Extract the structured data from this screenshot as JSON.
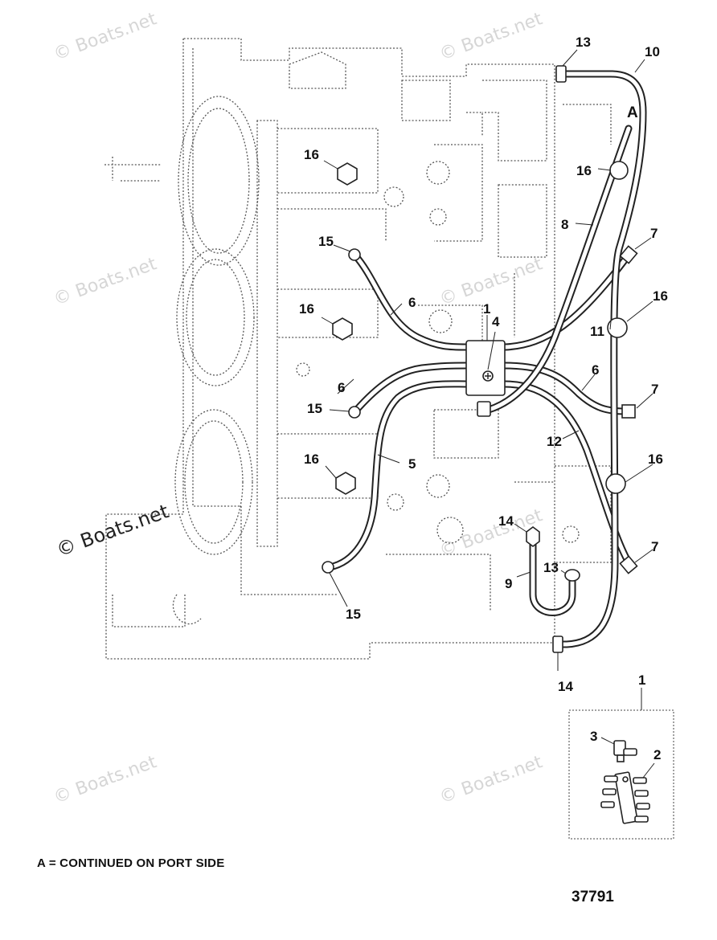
{
  "watermark": {
    "text": "© Boats.net"
  },
  "callouts": {
    "c1_top": "1",
    "c4": "4",
    "c5": "5",
    "c6_upper": "6",
    "c6_lower": "6",
    "c6_right": "6",
    "c7_top": "7",
    "c7_mid": "7",
    "c7_bot": "7",
    "c8": "8",
    "c9": "9",
    "c10": "10",
    "c11": "11",
    "c12": "12",
    "c13_top": "13",
    "c13_bot": "13",
    "c14_mid": "14",
    "c14_bot": "14",
    "c15_top": "15",
    "c15_mid": "15",
    "c15_bot": "15",
    "c16_a": "16",
    "c16_b": "16",
    "c16_c": "16",
    "c16_d": "16",
    "c16_e": "16",
    "c16_f": "16",
    "label_a": "A",
    "inset_1": "1",
    "inset_2": "2",
    "inset_3": "3"
  },
  "footer": {
    "note": "A = CONTINUED ON PORT SIDE",
    "figure_number": "37791"
  }
}
